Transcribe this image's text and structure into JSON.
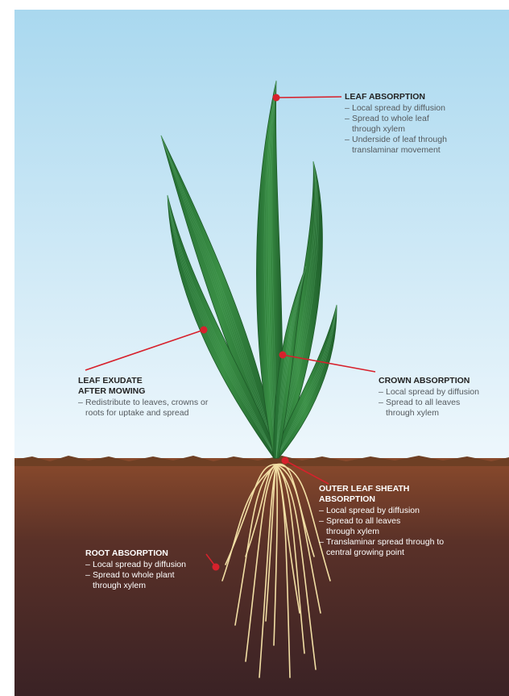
{
  "diagram": {
    "labels": [
      {
        "id": "leaf-absorption",
        "title": "LEAF ABSORPTION",
        "items": [
          "Local spread by diffusion",
          "Spread to whole leaf through xylem",
          "Underside of leaf through translaminar movement"
        ]
      },
      {
        "id": "leaf-exudate",
        "title": "LEAF EXUDATE AFTER MOWING",
        "items": [
          "Redistribute to leaves, crowns or roots for uptake and spread"
        ]
      },
      {
        "id": "crown-absorption",
        "title": "CROWN ABSORPTION",
        "items": [
          "Local spread by diffusion",
          "Spread to all leaves through xylem"
        ]
      },
      {
        "id": "outer-leaf-sheath",
        "title": "OUTER LEAF SHEATH ABSORPTION",
        "items": [
          "Local spread by diffusion",
          "Spread to all leaves through xylem",
          "Translaminar spread through to central growing point"
        ]
      },
      {
        "id": "root-absorption",
        "title": "ROOT ABSORPTION",
        "items": [
          "Local spread by diffusion",
          "Spread to whole plant through xylem"
        ]
      }
    ],
    "dash": "–",
    "colors": {
      "sky_top": "#a9d8ef",
      "sky_bottom": "#eef7fc",
      "soil_top": "#8a4a2c",
      "soil_bottom": "#3a2225",
      "leaf": "#2f7d3a",
      "leaf_dark": "#1e5b28",
      "root": "#f2dfa5",
      "marker": "#d7212c"
    }
  }
}
